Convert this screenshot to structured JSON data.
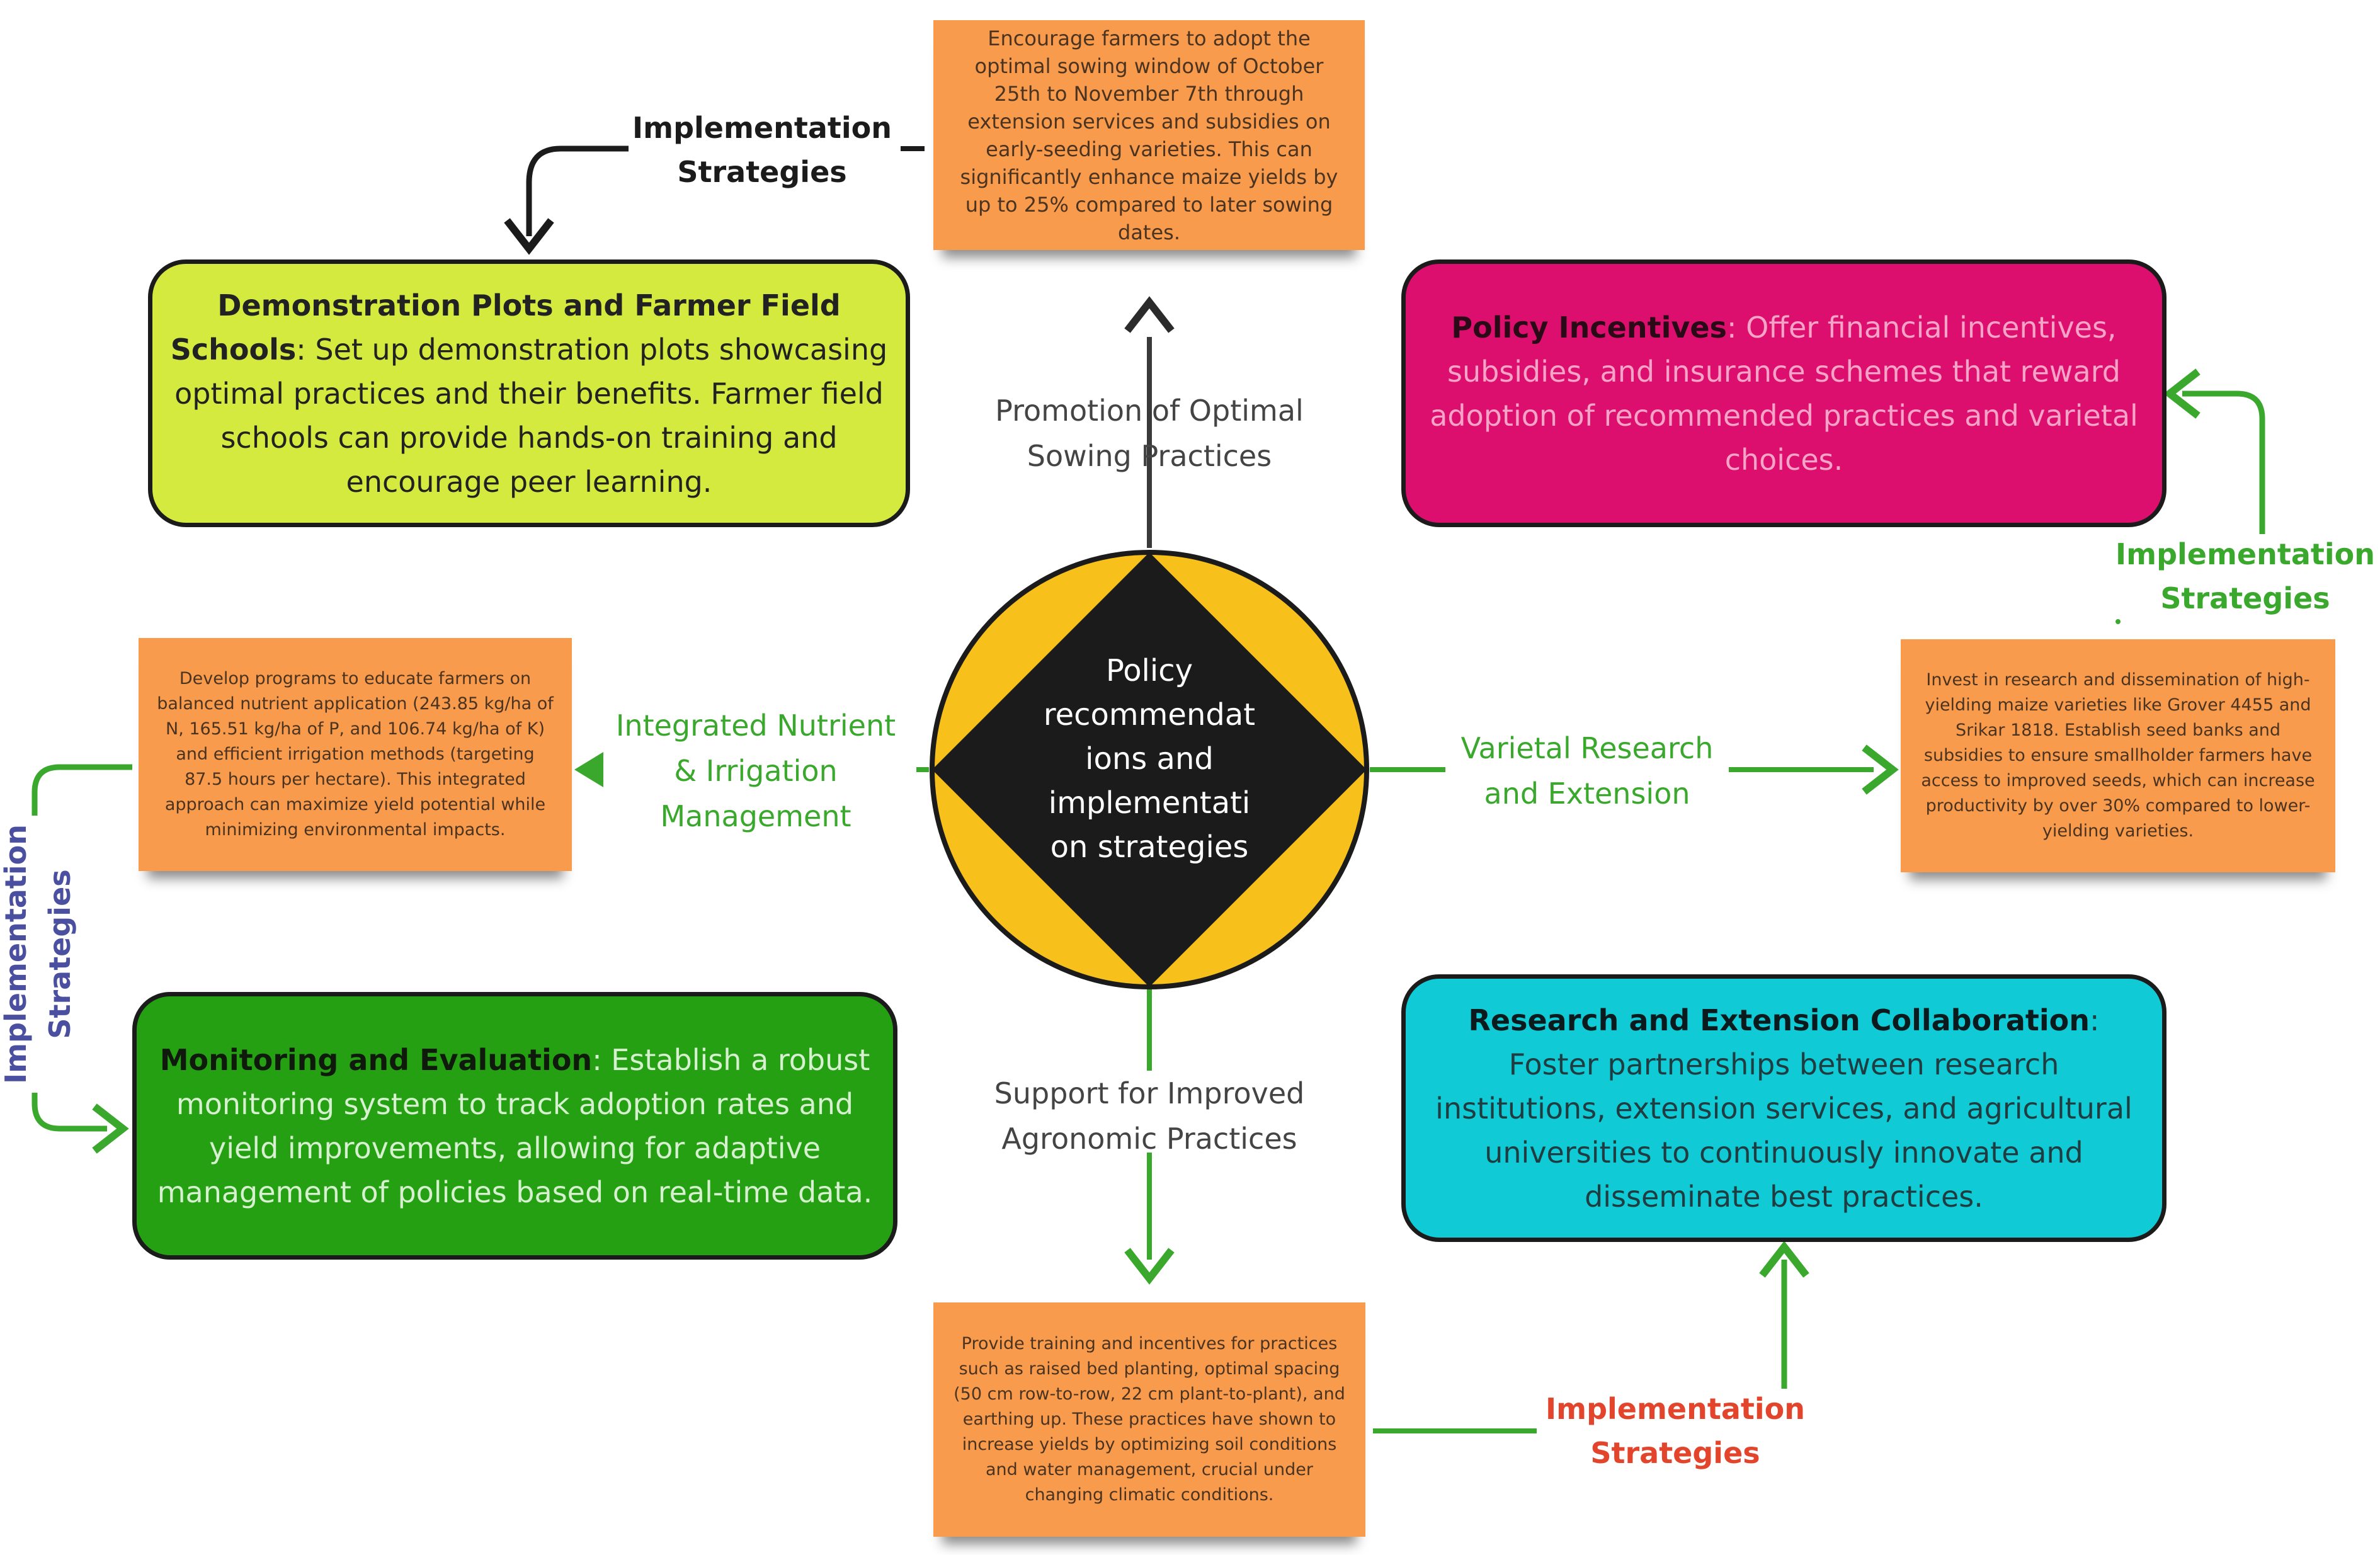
{
  "center": {
    "lines": "Policy\nrecommendat\nions and\nimplementati\non strategies"
  },
  "branches": {
    "top_label": [
      "Promotion of Optimal",
      "Sowing Practices"
    ],
    "left_label": [
      "Integrated Nutrient",
      "& Irrigation",
      "Management"
    ],
    "right_label": [
      "Varietal Research",
      "and Extension"
    ],
    "bottom_label": [
      "Support for Improved",
      "Agronomic Practices"
    ]
  },
  "notes": {
    "top": "Encourage farmers to adopt the optimal sowing window of October 25th to November 7th through extension services and subsidies on early-seeding varieties. This can significantly enhance maize yields by up to 25% compared to later sowing dates.",
    "left": "Develop programs to educate farmers on balanced nutrient application (243.85 kg/ha of N, 165.51 kg/ha of P, and 106.74 kg/ha of K) and efficient irrigation methods (targeting 87.5 hours per hectare). This integrated approach can maximize yield potential while minimizing environmental impacts.",
    "right": "Invest in research and dissemination of high-yielding maize varieties like Grover 4455 and Srikar 1818. Establish seed banks and subsidies to ensure smallholder farmers have access to improved seeds, which can increase productivity by over 30% compared to lower-yielding varieties.",
    "bottom": "Provide training and incentives for practices such as raised bed planting, optimal spacing (50 cm row-to-row, 22 cm plant-to-plant), and earthing up. These practices have shown to increase yields by optimizing soil conditions and water management, crucial under changing climatic conditions."
  },
  "strategies": {
    "demonstration": {
      "title": "Demonstration Plots and Farmer Field Schools",
      "body": ": Set up demonstration plots showcasing optimal practices and their benefits. Farmer field schools can provide hands-on training and encourage peer learning."
    },
    "policy": {
      "title": "Policy Incentives",
      "body": ": Offer financial incentives, subsidies, and insurance schemes that reward adoption of recommended practices and varietal choices."
    },
    "monitoring": {
      "title": "Monitoring and Evaluation",
      "body": ": Establish a robust monitoring system to track adoption rates and yield improvements, allowing for adaptive management of policies based on real-time data."
    },
    "research": {
      "title": "Research and Extension Collaboration",
      "body": ": Foster partnerships between research institutions, extension services, and agricultural universities to continuously innovate and disseminate best practices."
    }
  },
  "implementation": {
    "top": [
      "Implementation",
      "Strategies"
    ],
    "right": [
      "Implementation",
      "Strategies"
    ],
    "left": [
      "Implementation",
      "Strategies"
    ],
    "bottom": [
      "Implementation",
      "Strategies"
    ]
  },
  "colors": {
    "sticky": "#f99b4c",
    "demonstration": "#d4ea3e",
    "policy": "#dc0f6e",
    "monitoring": "#24a012",
    "research": "#10cad6",
    "circle": "#f7c01b",
    "diamond": "#1b1b1b",
    "green_connector": "#3aa82d",
    "black_connector": "#1b1b1b",
    "impl_black": "#1b1b1b",
    "impl_green": "#3aa82d",
    "impl_purple": "#4b4fa0",
    "impl_red": "#e2452c"
  }
}
